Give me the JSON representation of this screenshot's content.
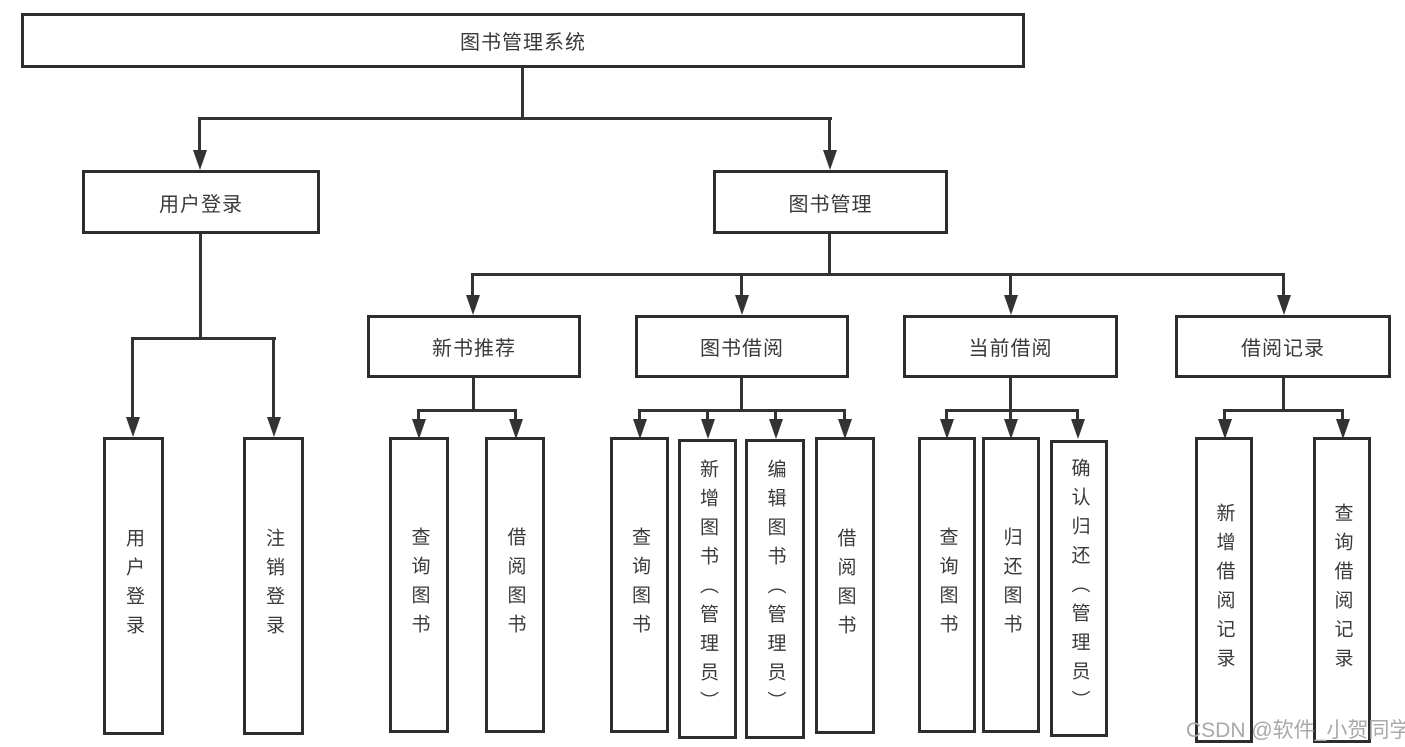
{
  "diagram": {
    "title": "图书管理系统",
    "nodes": {
      "root": {
        "label": "图书管理系统"
      },
      "user_login": {
        "label": "用户登录"
      },
      "book_mgmt": {
        "label": "图书管理"
      },
      "new_book_rec": {
        "label": "新书推荐"
      },
      "book_borrow": {
        "label": "图书借阅"
      },
      "current_borrow": {
        "label": "当前借阅"
      },
      "borrow_records": {
        "label": "借阅记录"
      },
      "user_login_leaf": {
        "label": "用户登录"
      },
      "logout_leaf": {
        "label": "注销登录"
      },
      "rec_search_book": {
        "label": "查询图书"
      },
      "rec_borrow_book": {
        "label": "借阅图书"
      },
      "bb_search_book": {
        "label": "查询图书"
      },
      "bb_add_book": {
        "label": "新增图书（管理员）"
      },
      "bb_edit_book": {
        "label": "编辑图书（管理员）"
      },
      "bb_borrow_book": {
        "label": "借阅图书"
      },
      "cb_search_book": {
        "label": "查询图书"
      },
      "cb_return_book": {
        "label": "归还图书"
      },
      "cb_confirm_return": {
        "label": "确认归还（管理员）"
      },
      "br_add_record": {
        "label": "新增借阅记录"
      },
      "br_search_record": {
        "label": "查询借阅记录"
      }
    },
    "hierarchy": {
      "图书管理系统": {
        "用户登录": [
          "用户登录",
          "注销登录"
        ],
        "图书管理": {
          "新书推荐": [
            "查询图书",
            "借阅图书"
          ],
          "图书借阅": [
            "查询图书",
            "新增图书（管理员）",
            "编辑图书（管理员）",
            "借阅图书"
          ],
          "当前借阅": [
            "查询图书",
            "归还图书",
            "确认归还（管理员）"
          ],
          "借阅记录": [
            "新增借阅记录",
            "查询借阅记录"
          ]
        }
      }
    },
    "colors": {
      "line": "#333333",
      "box_border": "#2d2d2d",
      "box_fill": "#ffffff",
      "text": "#3a3a3a",
      "watermark": "#a9a9a9"
    }
  },
  "watermark": {
    "text": "CSDN @软件_小贺同学"
  }
}
